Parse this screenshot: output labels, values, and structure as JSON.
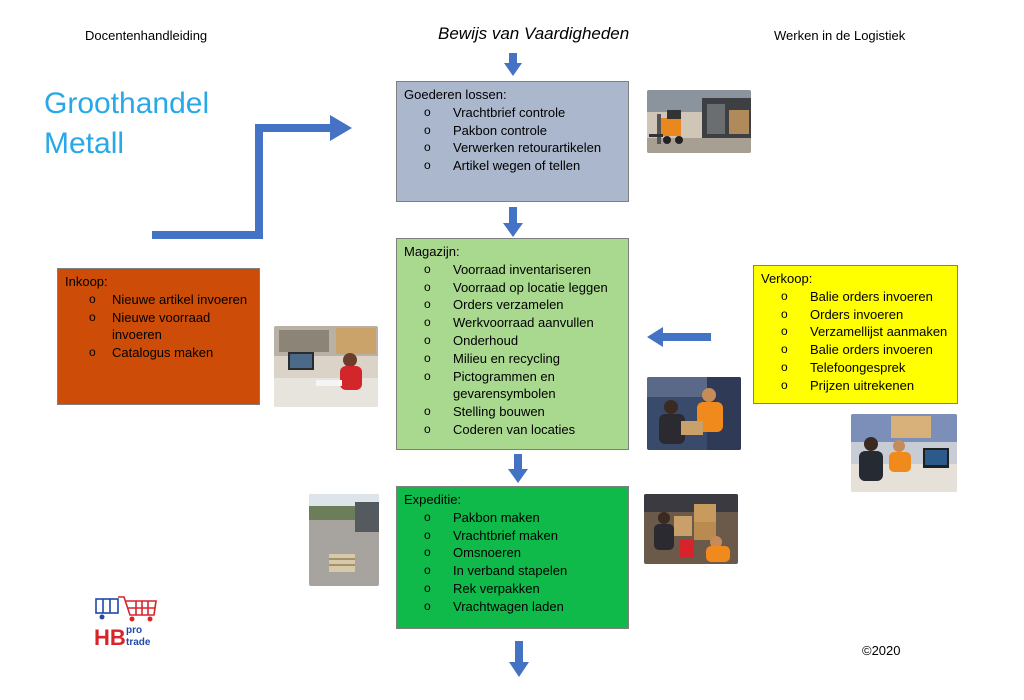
{
  "header": {
    "left": "Docentenhandleiding",
    "center": "Bewijs van Vaardigheden",
    "right": "Werken in de Logistiek"
  },
  "brand": {
    "line1": "Groothandel",
    "line2": "Metall"
  },
  "boxes": {
    "goederen": {
      "title": "Goederen lossen:",
      "items": [
        "Vrachtbrief controle",
        "Pakbon controle",
        "Verwerken retourartikelen",
        "Artikel wegen of tellen"
      ],
      "color": "#aab7cc"
    },
    "magazijn": {
      "title": "Magazijn:",
      "items": [
        "Voorraad inventariseren",
        "Voorraad op locatie leggen",
        "Orders verzamelen",
        "Werkvoorraad aanvullen",
        "Onderhoud",
        "Milieu en recycling",
        "Pictogrammen en gevarensymbolen",
        "Stelling bouwen",
        "Coderen van locaties"
      ],
      "color": "#a9d88f"
    },
    "inkoop": {
      "title": "Inkoop:",
      "items": [
        "Nieuwe artikel invoeren",
        "Nieuwe voorraad invoeren",
        "Catalogus maken"
      ],
      "color": "#cc4c08"
    },
    "verkoop": {
      "title": "Verkoop:",
      "items": [
        "Balie orders invoeren",
        "Orders invoeren",
        "Verzamellijst aanmaken",
        "Balie orders invoeren",
        "Telefoongesprek",
        "Prijzen uitrekenen"
      ],
      "color": "#ffff00"
    },
    "expeditie": {
      "title": "Expeditie:",
      "items": [
        "Pakbon maken",
        "Vrachtbrief maken",
        "Omsnoeren",
        "In verband stapelen",
        "Rek verpakken",
        "Vrachtwagen laden"
      ],
      "color": "#0fb94a"
    }
  },
  "logo": {
    "text1": "HB",
    "text2": "pro",
    "text3": "trade"
  },
  "copyright": "©2020",
  "colors": {
    "arrow": "#4472c4",
    "brand": "#29a8e8"
  }
}
